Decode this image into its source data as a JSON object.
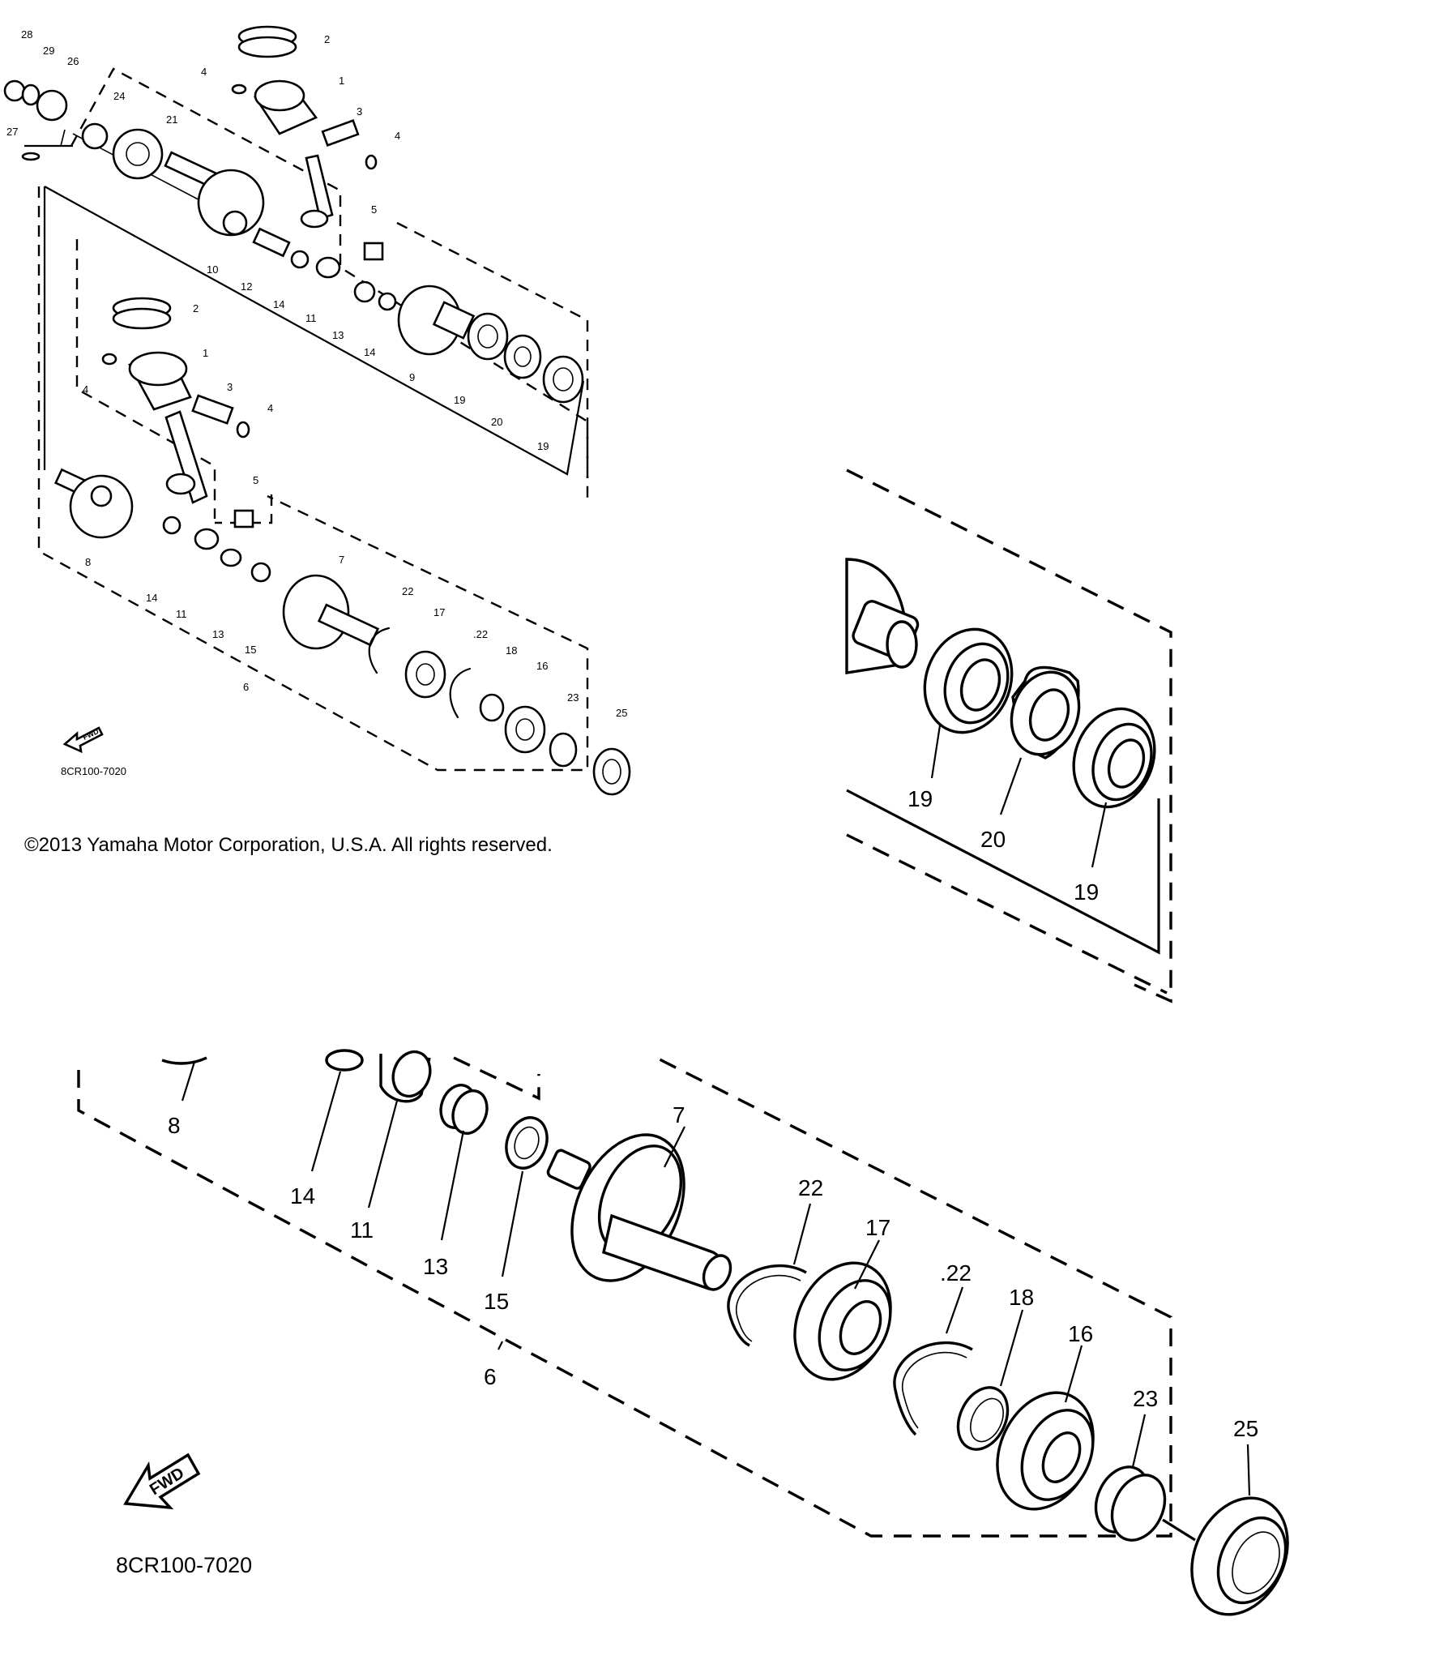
{
  "copyright": "©2013 Yamaha Motor Corporation, U.S.A. All rights reserved.",
  "diagram_code": "8CR100-7020",
  "fwd_label": "FWD",
  "overview_labels": [
    "28",
    "29",
    "26",
    "27",
    "24",
    "21",
    "10",
    "12",
    "14",
    "2",
    "4",
    "1",
    "3",
    "4",
    "5",
    "11",
    "13",
    "14",
    "9",
    "19",
    "20",
    "19",
    "2",
    "1",
    "4",
    "3",
    "4",
    "5",
    "8",
    "14",
    "11",
    "13",
    "15",
    "6",
    "7",
    "22",
    "17",
    ".22",
    "18",
    "16",
    "23",
    "25"
  ],
  "zoom_top_labels": [
    "19",
    "20",
    "19"
  ],
  "zoom_bottom_labels": [
    "8",
    "14",
    "11",
    "13",
    "15",
    "6",
    "7",
    "22",
    "17",
    ".22",
    "18",
    "16",
    "23",
    "25"
  ]
}
